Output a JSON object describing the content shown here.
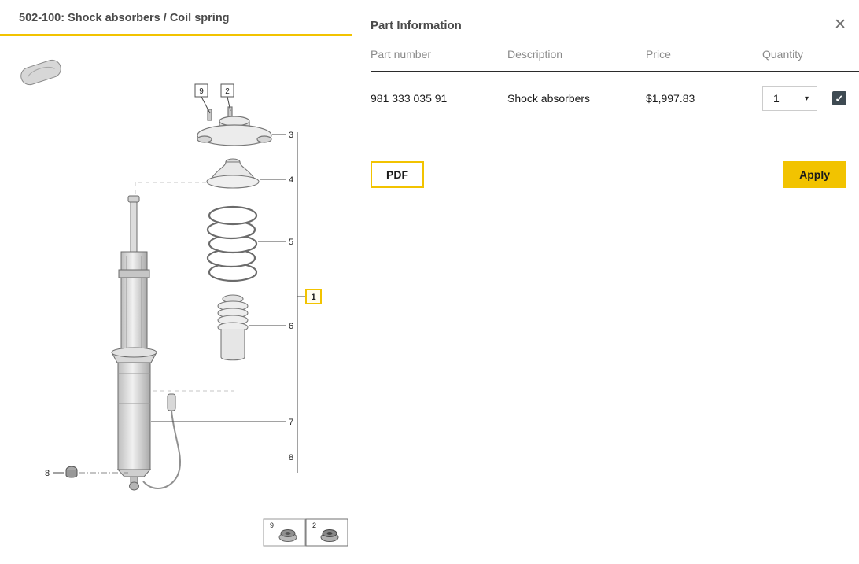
{
  "colors": {
    "accent": "#F2C300",
    "checkbox": "#3E4A52",
    "divider_dark": "#2B2B2B"
  },
  "left_panel": {
    "title": "502-100: Shock absorbers / Coil spring"
  },
  "diagram": {
    "top_callouts": [
      "9",
      "2"
    ],
    "side_callouts": [
      "3",
      "4",
      "5",
      "6",
      "7",
      "8"
    ],
    "group_callout": "1",
    "bottom_callout": "8",
    "legend": [
      "9",
      "2"
    ]
  },
  "part_info": {
    "title": "Part Information",
    "columns": [
      "Part number",
      "Description",
      "Price",
      "Quantity"
    ],
    "row": {
      "part_number": "981 333 035 91",
      "description": "Shock absorbers",
      "price": "$1,997.83",
      "quantity": "1",
      "selected": true
    },
    "buttons": {
      "pdf": "PDF",
      "apply": "Apply"
    }
  },
  "icons": {
    "close": "✕",
    "check": "✓",
    "caret": "▾"
  }
}
